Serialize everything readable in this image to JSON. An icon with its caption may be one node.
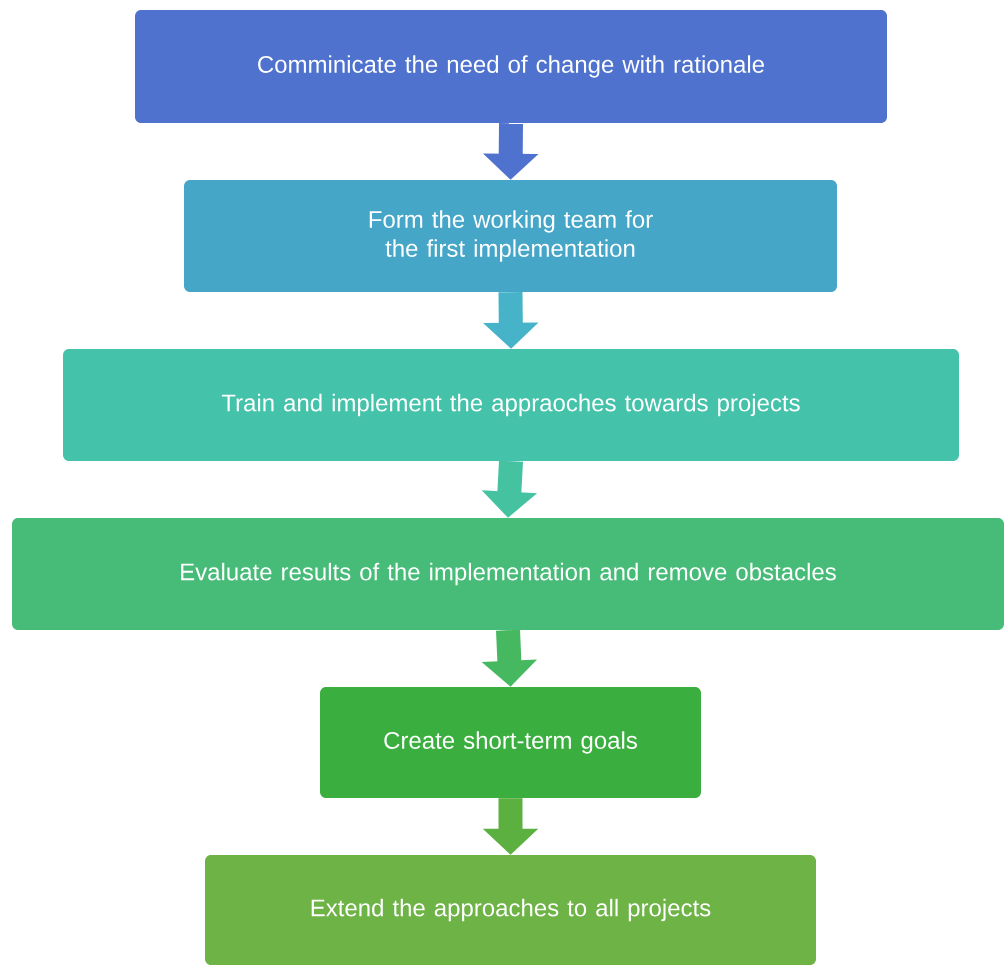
{
  "diagram": {
    "nodes": [
      {
        "text": [
          "Comminicate the need of change with rationale"
        ]
      },
      {
        "text": [
          "Form the working team for the first implementation"
        ]
      },
      {
        "text": [
          "Train and implement the appraoches towards projects"
        ]
      },
      {
        "text": [
          "Evaluate results of the implementation and remove obstacles"
        ]
      },
      {
        "text": [
          "Create short-term goals"
        ]
      },
      {
        "text": [
          "Extend the approaches to all projects"
        ]
      }
    ],
    "edges": [
      {
        "from": 0,
        "to": 1,
        "arrow": "to",
        "color": "#4f72cf"
      },
      {
        "from": 1,
        "to": 2,
        "arrow": "to",
        "color": "#46b3c8"
      },
      {
        "from": 2,
        "to": 3,
        "arrow": "to",
        "color": "#45c2a0"
      },
      {
        "from": 3,
        "to": 4,
        "arrow": "to",
        "color": "#45b860"
      },
      {
        "from": 4,
        "to": 5,
        "arrow": "to",
        "color": "#5bb03f"
      }
    ]
  }
}
